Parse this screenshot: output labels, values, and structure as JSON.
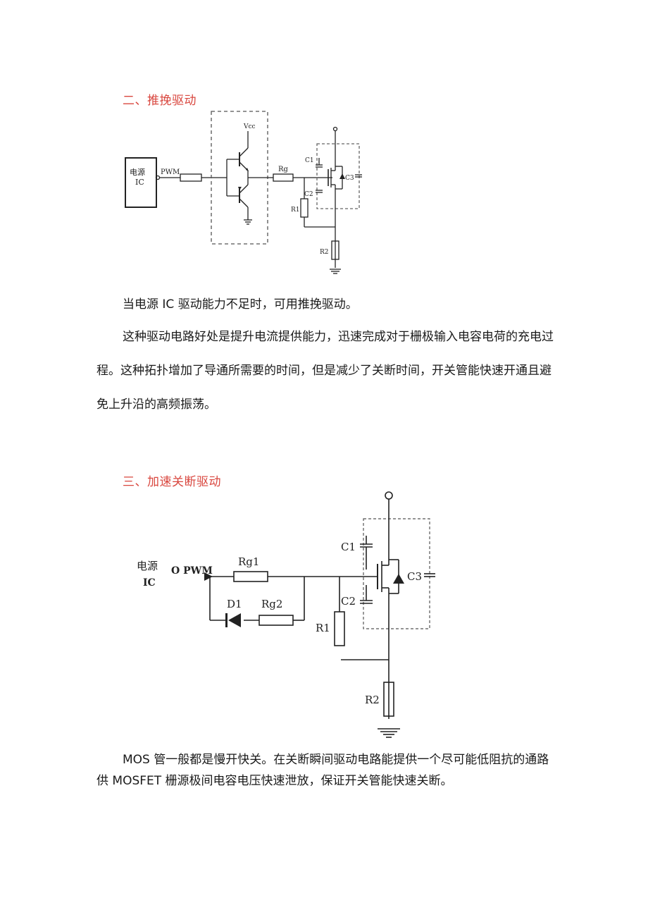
{
  "section2": {
    "heading": "二、推挽驱动",
    "diagram": {
      "ic_line1": "电源",
      "ic_line2": "IC",
      "pwm": "PWM",
      "vcc": "Vcc",
      "rg": "Rg",
      "c1": "C1",
      "c2": "C2",
      "c3": "C3",
      "r1": "R1",
      "r2": "R2"
    },
    "para1": "当电源 IC 驱动能力不足时，可用推挽驱动。",
    "para2_lines": [
      "这种驱动电路好处是提升电流提供能力，迅速完成对于栅极输入电容电荷的充电过",
      "程。这种拓扑增加了导通所需要的时间，但是减少了关断时间，开关管能快速开通且避",
      "免上升沿的高频振荡。"
    ]
  },
  "section3": {
    "heading": "三、加速关断驱动",
    "diagram": {
      "ic_line1": "电源",
      "ic_line2": "IC",
      "pwm": "O PWM",
      "rg1": "Rg1",
      "rg2": "Rg2",
      "d1": "D1",
      "c1": "C1",
      "c2": "C2",
      "c3": "C3",
      "r1": "R1",
      "r2": "R2"
    },
    "para_lines": [
      "MOS 管一般都是慢开快关。在关断瞬间驱动电路能提供一个尽可能低阻抗的通路",
      "供 MOSFET 栅源极间电容电压快速泄放，保证开关管能快速关断。"
    ]
  }
}
